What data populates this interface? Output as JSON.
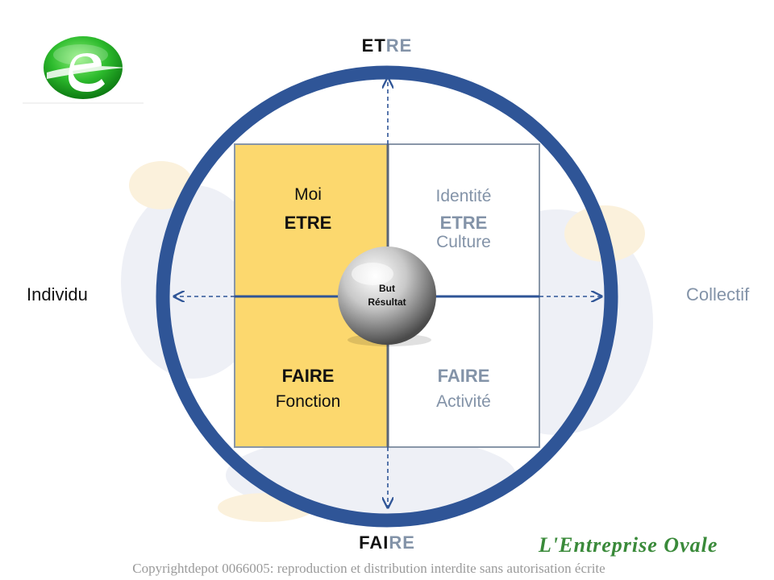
{
  "axis": {
    "top": {
      "bold": "ET",
      "light": "RE"
    },
    "bottom": {
      "bold": "FAI",
      "light": "RE"
    },
    "left": "Individu",
    "right": "Collectif"
  },
  "quadrants": {
    "top_left": {
      "line1": "Moi",
      "line2": "ETRE"
    },
    "top_right": {
      "line1": "Identité",
      "line2": "ETRE",
      "line3": "Culture"
    },
    "bottom_left": {
      "line1": "FAIRE",
      "line2": "Fonction"
    },
    "bottom_right": {
      "line1": "FAIRE",
      "line2": "Activité"
    }
  },
  "center": {
    "line1": "But",
    "line2": "Résultat"
  },
  "brand": "L'Entreprise Ovale",
  "copyright": "Copyrightdepot 0066005: reproduction et distribution interdite sans autorisation écrite",
  "colors": {
    "ring": "#2f5597",
    "quadrant_fill": "#fcd86e",
    "quadrant_border": "#8896a8",
    "light_text": "#8393a8",
    "logo_green": "#2dbb2d",
    "brand_green": "#3a8a3a"
  }
}
